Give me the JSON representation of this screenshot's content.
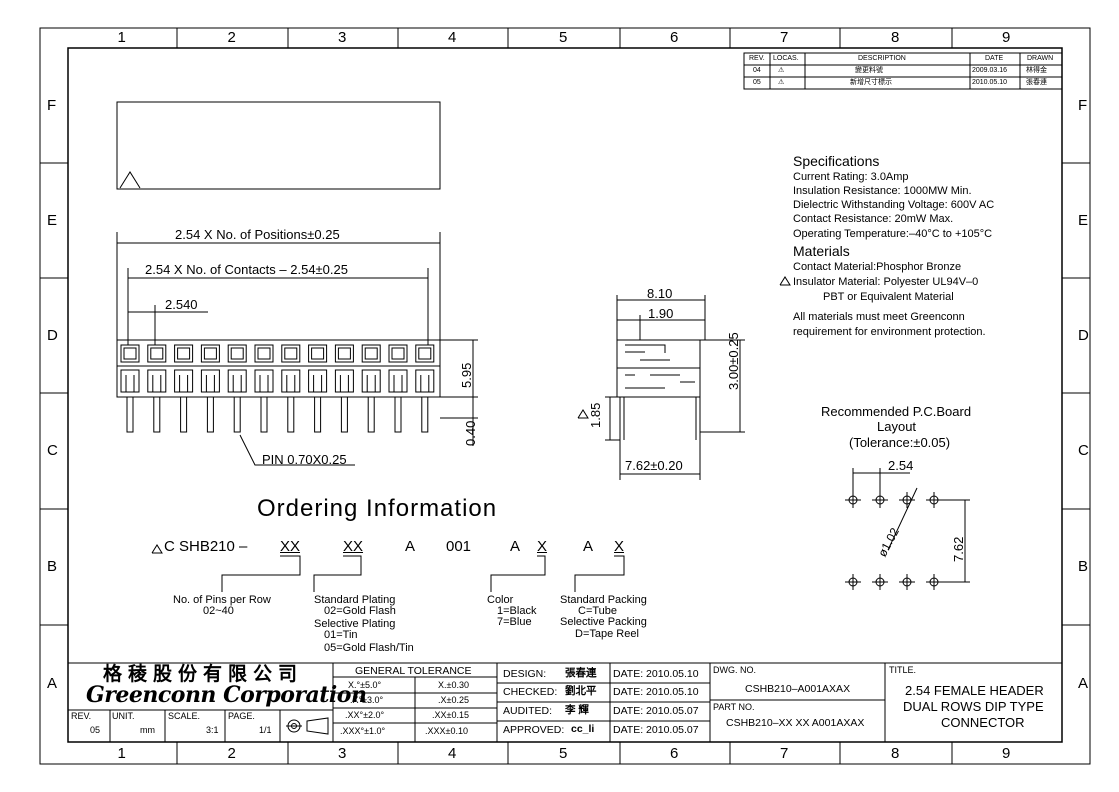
{
  "zones": {
    "columns": [
      "1",
      "2",
      "3",
      "4",
      "5",
      "6",
      "7",
      "8",
      "9"
    ],
    "rows": [
      "F",
      "E",
      "D",
      "C",
      "B",
      "A"
    ]
  },
  "revisions": {
    "headers": [
      "REV.",
      "LOCAS.",
      "DESCRIPTION",
      "DATE",
      "DRAWN"
    ],
    "rows": [
      {
        "rev": "04",
        "desc": "變更料號",
        "date": "2009.03.16",
        "drawn": "林得金"
      },
      {
        "rev": "05",
        "desc": "新增尺寸標示",
        "date": "2010.05.10",
        "drawn": "張春連"
      }
    ]
  },
  "dimensions": {
    "positions": "2.54  X  No.  of  Positions±0.25",
    "contacts": "2.54  X  No.  of  Contacts  –  2.54±0.25",
    "pitch": "2.540",
    "height": "5.95",
    "tail": "0.40",
    "pin": "PIN  0.70X0.25",
    "side_width": "8.10",
    "side_offset": "1.90",
    "side_height": "3.00±0.25",
    "side_post": "1.85",
    "row_spacing": "7.62±0.20"
  },
  "specs": {
    "title": "Specifications",
    "lines": [
      "Current  Rating:  3.0Amp",
      "Insulation  Resistance:  1000MW  Min.",
      "Dielectric  Withstanding  Voltage:  600V  AC",
      "Contact  Resistance:  20mW  Max.",
      "Operating  Temperature:–40°C  to  +105°C"
    ],
    "materials_title": "Materials",
    "materials": [
      "Contact  Material:Phosphor  Bronze",
      "Insulator  Material:  Polyester  UL94V–0",
      "PBT  or  Equivalent  Material",
      "All  materials  must  meet  Greenconn",
      "requirement  for  environment  protection."
    ]
  },
  "pcb": {
    "title_1": "Recommended  P.C.Board",
    "title_2": "Layout",
    "tolerance": "(Tolerance:±0.05)",
    "pitch": "2.54",
    "hole": "ø1.02",
    "row": "7.62"
  },
  "ordering": {
    "title": "Ordering   Information",
    "code": [
      "C  SHB210  –",
      "XX",
      "XX",
      "A",
      "001",
      "A",
      "X",
      "A",
      "X"
    ],
    "pins_1": "No.  of  Pins  per  Row",
    "pins_2": "02~40",
    "plating": [
      "Standard  Plating",
      "02=Gold  Flash",
      "Selective  Plating",
      "01=Tin",
      "05=Gold  Flash/Tin"
    ],
    "color": [
      "Color",
      "1=Black",
      "7=Blue"
    ],
    "packing": [
      "Standard  Packing",
      "C=Tube",
      "Selective  Packing",
      "D=Tape  Reel"
    ]
  },
  "title_block": {
    "company_cn": "格稜股份有限公司",
    "company_en": "Greenconn Corporation",
    "tolerance_title": "GENERAL  TOLERANCE",
    "tolerances": [
      [
        "X.°±5.0°",
        "X.±0.30"
      ],
      [
        ".X°±3.0°",
        ".X±0.25"
      ],
      [
        ".XX°±2.0°",
        ".XX±0.15"
      ],
      [
        ".XXX°±1.0°",
        ".XXX±0.10"
      ]
    ],
    "rev_label": "REV.",
    "rev": "05",
    "unit_label": "UNIT.",
    "unit": "mm",
    "scale_label": "SCALE.",
    "scale": "3:1",
    "page_label": "PAGE.",
    "page": "1/1",
    "design_label": "DESIGN:",
    "design": "張春連",
    "checked_label": "CHECKED:",
    "checked": "劉北平",
    "audited_label": "AUDITED:",
    "audited": "李  輝",
    "approved_label": "APPROVED:",
    "approved": "cc_li",
    "date_design": "DATE: 2010.05.10",
    "date_checked": "DATE: 2010.05.10",
    "date_audited": "DATE: 2010.05.07",
    "date_approved": "DATE: 2010.05.07",
    "dwg_label": "DWG. NO.",
    "dwg": "CSHB210–A001AXAX",
    "part_label": "PART NO.",
    "part": "CSHB210–XX XX A001AXAX",
    "title_label": "TITLE.",
    "title_lines": [
      "2.54  FEMALE  HEADER",
      "DUAL  ROWS  DIP  TYPE",
      "CONNECTOR"
    ]
  }
}
